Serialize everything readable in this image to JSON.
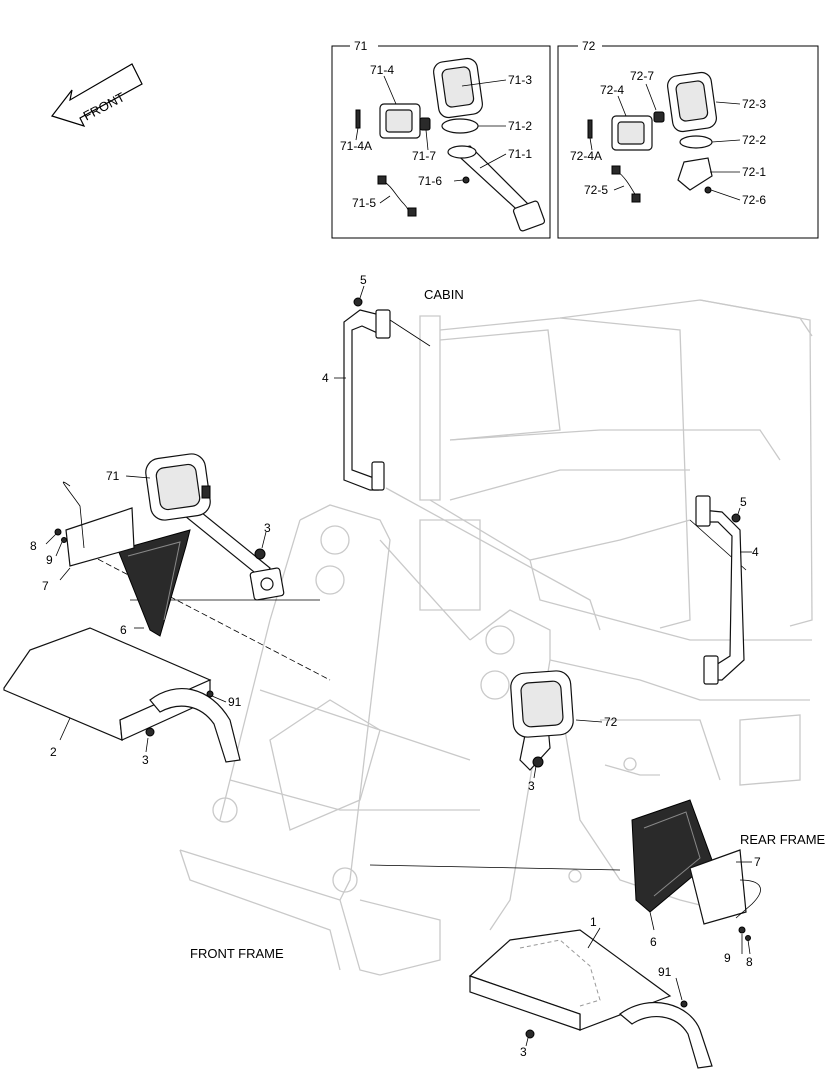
{
  "arrow": {
    "label": "FRONT"
  },
  "areas": {
    "cabin": "CABIN",
    "rear_frame": "REAR FRAME",
    "front_frame": "FRONT FRAME"
  },
  "inset71": {
    "number": "71",
    "labels": [
      "71-4",
      "71-3",
      "71-2",
      "71-1",
      "71-4A",
      "71-7",
      "71-6",
      "71-5"
    ]
  },
  "inset72": {
    "number": "72",
    "labels": [
      "72-4",
      "72-7",
      "72-3",
      "72-2",
      "72-1",
      "72-4A",
      "72-5",
      "72-6"
    ]
  },
  "callouts": {
    "handrail_left_bolt": "5",
    "handrail_left": "4",
    "handrail_right_bolt": "5",
    "handrail_right": "4",
    "lamp_left": "71",
    "lamp_right": "72",
    "bolt_left": "3",
    "bolt_mid": "3",
    "bolt_fender_left": "3",
    "bolt_fender_right": "3",
    "bracket_left": "7",
    "bracket_right": "7",
    "nut_left": "8",
    "washer_left": "9",
    "nut_right": "8",
    "washer_right": "9",
    "flap_left": "6",
    "flap_right": "6",
    "fender_left": "2",
    "fender_right": "1",
    "rivet_left": "91",
    "rivet_right": "91"
  }
}
